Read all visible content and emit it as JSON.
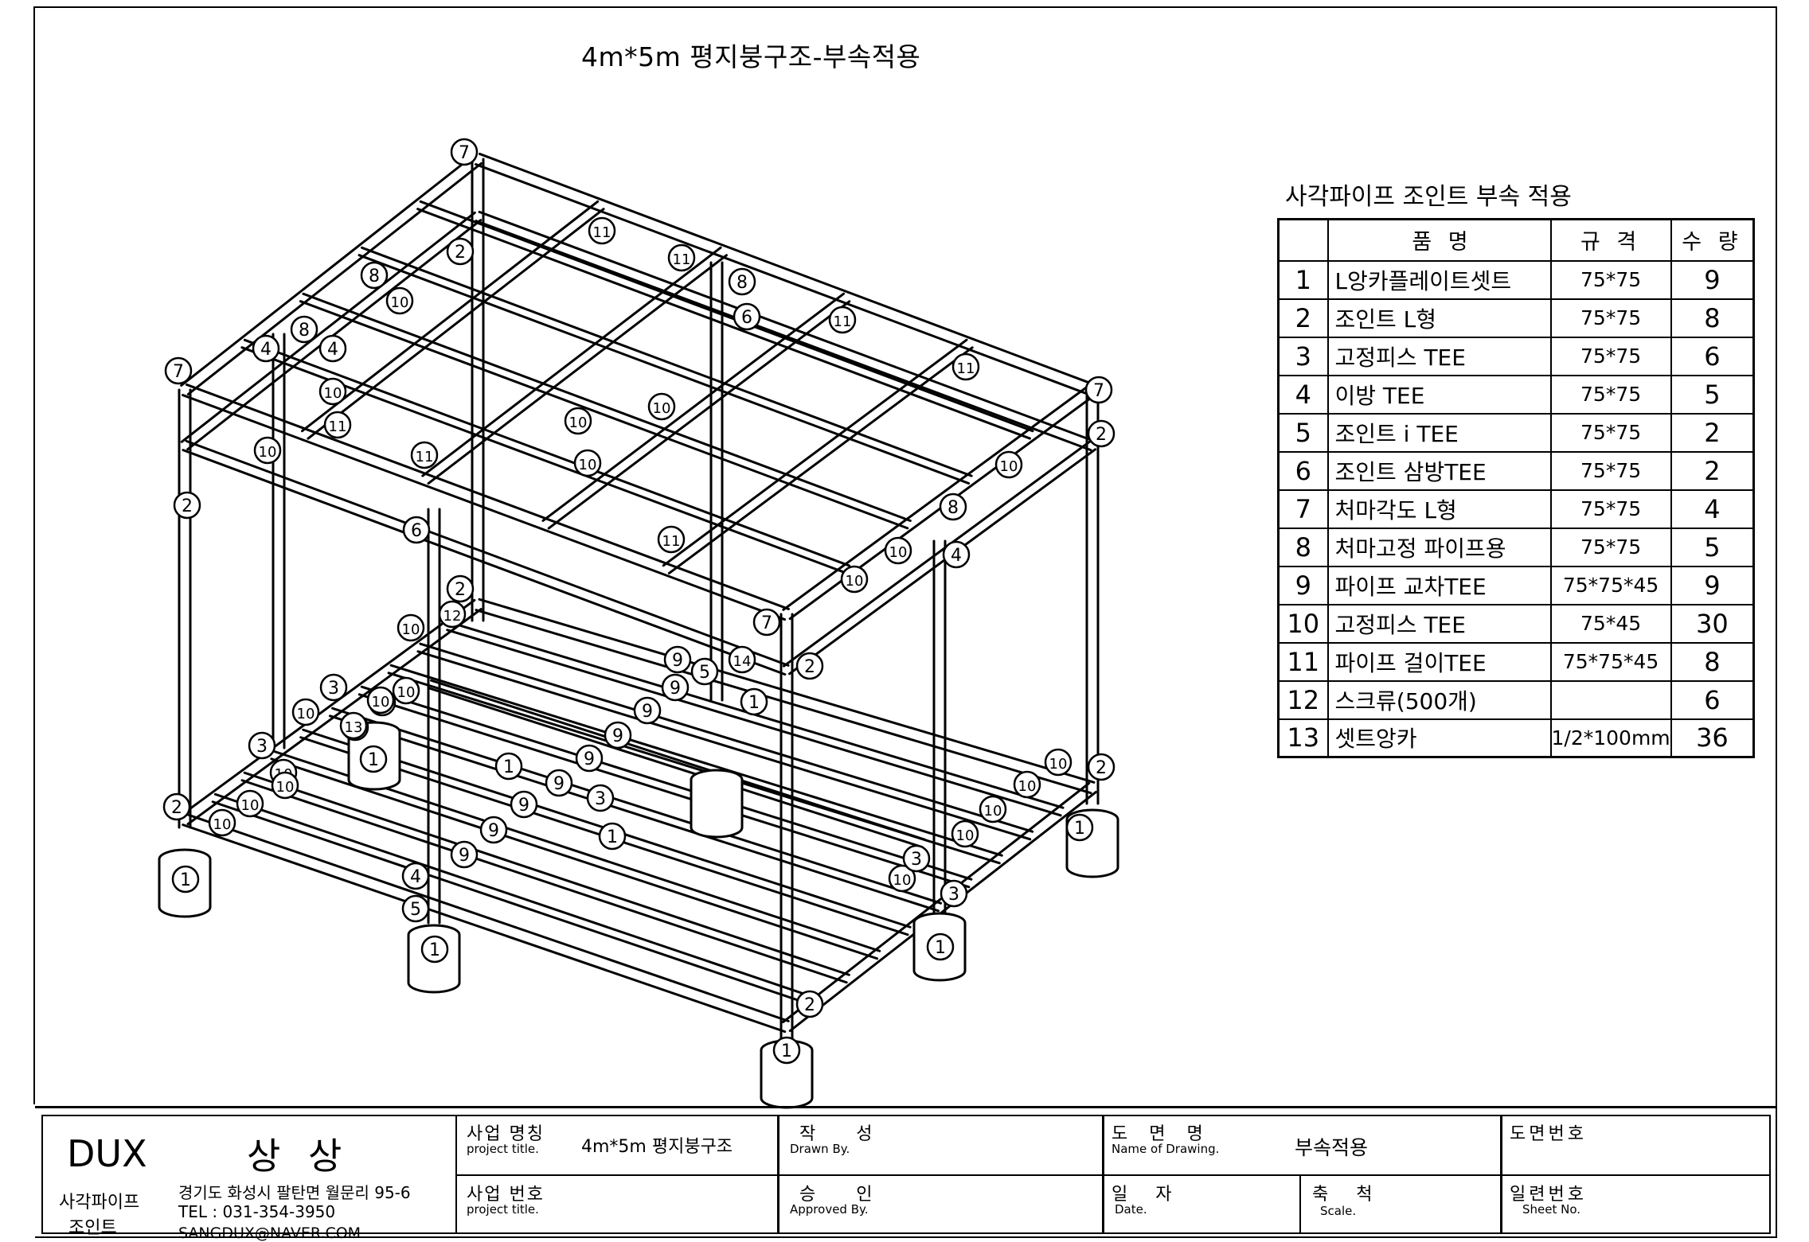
{
  "title": "4m*5m 평지붕구조-부속적용",
  "bom": {
    "caption": "사각파이프 조인트 부속 적용",
    "headers": {
      "name": "품 명",
      "spec": "규 격",
      "qty": "수 량"
    },
    "rows": [
      {
        "no": "1",
        "name": "L앙카플레이트셋트",
        "spec": "75*75",
        "qty": "9"
      },
      {
        "no": "2",
        "name": "조인트 L형",
        "spec": "75*75",
        "qty": "8"
      },
      {
        "no": "3",
        "name": "고정피스 TEE",
        "spec": "75*75",
        "qty": "6"
      },
      {
        "no": "4",
        "name": "이방 TEE",
        "spec": "75*75",
        "qty": "5"
      },
      {
        "no": "5",
        "name": "조인트 i TEE",
        "spec": "75*75",
        "qty": "2"
      },
      {
        "no": "6",
        "name": "조인트 삼방TEE",
        "spec": "75*75",
        "qty": "2"
      },
      {
        "no": "7",
        "name": "처마각도 L형",
        "spec": "75*75",
        "qty": "4"
      },
      {
        "no": "8",
        "name": "처마고정 파이프용",
        "spec": "75*75",
        "qty": "5"
      },
      {
        "no": "9",
        "name": "파이프 교차TEE",
        "spec": "75*75*45",
        "qty": "9"
      },
      {
        "no": "10",
        "name": "고정피스 TEE",
        "spec": "75*45",
        "qty": "30"
      },
      {
        "no": "11",
        "name": "파이프 걸이TEE",
        "spec": "75*75*45",
        "qty": "8"
      },
      {
        "no": "12",
        "name": "스크류(500개)",
        "spec": "",
        "qty": "6"
      },
      {
        "no": "13",
        "name": "셋트앙카",
        "spec": "1/2*100mm",
        "qty": "36"
      }
    ]
  },
  "callouts": [
    "7",
    "7",
    "7",
    "7",
    "2",
    "2",
    "2",
    "2",
    "2",
    "2",
    "2",
    "2",
    "8",
    "8",
    "8",
    "8",
    "11",
    "11",
    "11",
    "11",
    "11",
    "11",
    "11",
    "10",
    "10",
    "10",
    "10",
    "10",
    "10",
    "10",
    "10",
    "10",
    "10",
    "10",
    "10",
    "10",
    "10",
    "10",
    "10",
    "10",
    "10",
    "10",
    "10",
    "10",
    "10",
    "10",
    "4",
    "4",
    "4",
    "4",
    "6",
    "6",
    "9",
    "9",
    "9",
    "9",
    "9",
    "9",
    "9",
    "9",
    "9",
    "5",
    "5",
    "3",
    "3",
    "3",
    "3",
    "3",
    "1",
    "1",
    "1",
    "1",
    "1",
    "1",
    "1",
    "1",
    "1",
    "13",
    "13",
    "14",
    "12"
  ],
  "title_block": {
    "company": "DUX",
    "company_sub": "상 상",
    "brand_line1": "사각파이프",
    "brand_line2": "조인트",
    "address": "경기도 화성시 팔탄면 월문리 95-6",
    "tel": "TEL : 031-354-3950",
    "email": "SANGDUX@NAVER.COM",
    "project_name_label": "사업 명칭",
    "project_name_en": "project title.",
    "project_name_value": "4m*5m 평지붕구조",
    "drawn_label": "작 성",
    "drawn_en": "Drawn By.",
    "drawing_name_label": "도 면 명",
    "drawing_name_en": "Name of Drawing.",
    "drawing_name_value": "부속적용",
    "drawing_no_label": "도면번호",
    "project_no_label": "사업 번호",
    "project_no_en": "project title.",
    "approved_label": "승 인",
    "approved_en": "Approved By.",
    "date_label": "일 자",
    "date_en": "Date.",
    "scale_label": "축 척",
    "scale_en": "Scale.",
    "sheet_label": "일련번호",
    "sheet_en": "Sheet No."
  }
}
